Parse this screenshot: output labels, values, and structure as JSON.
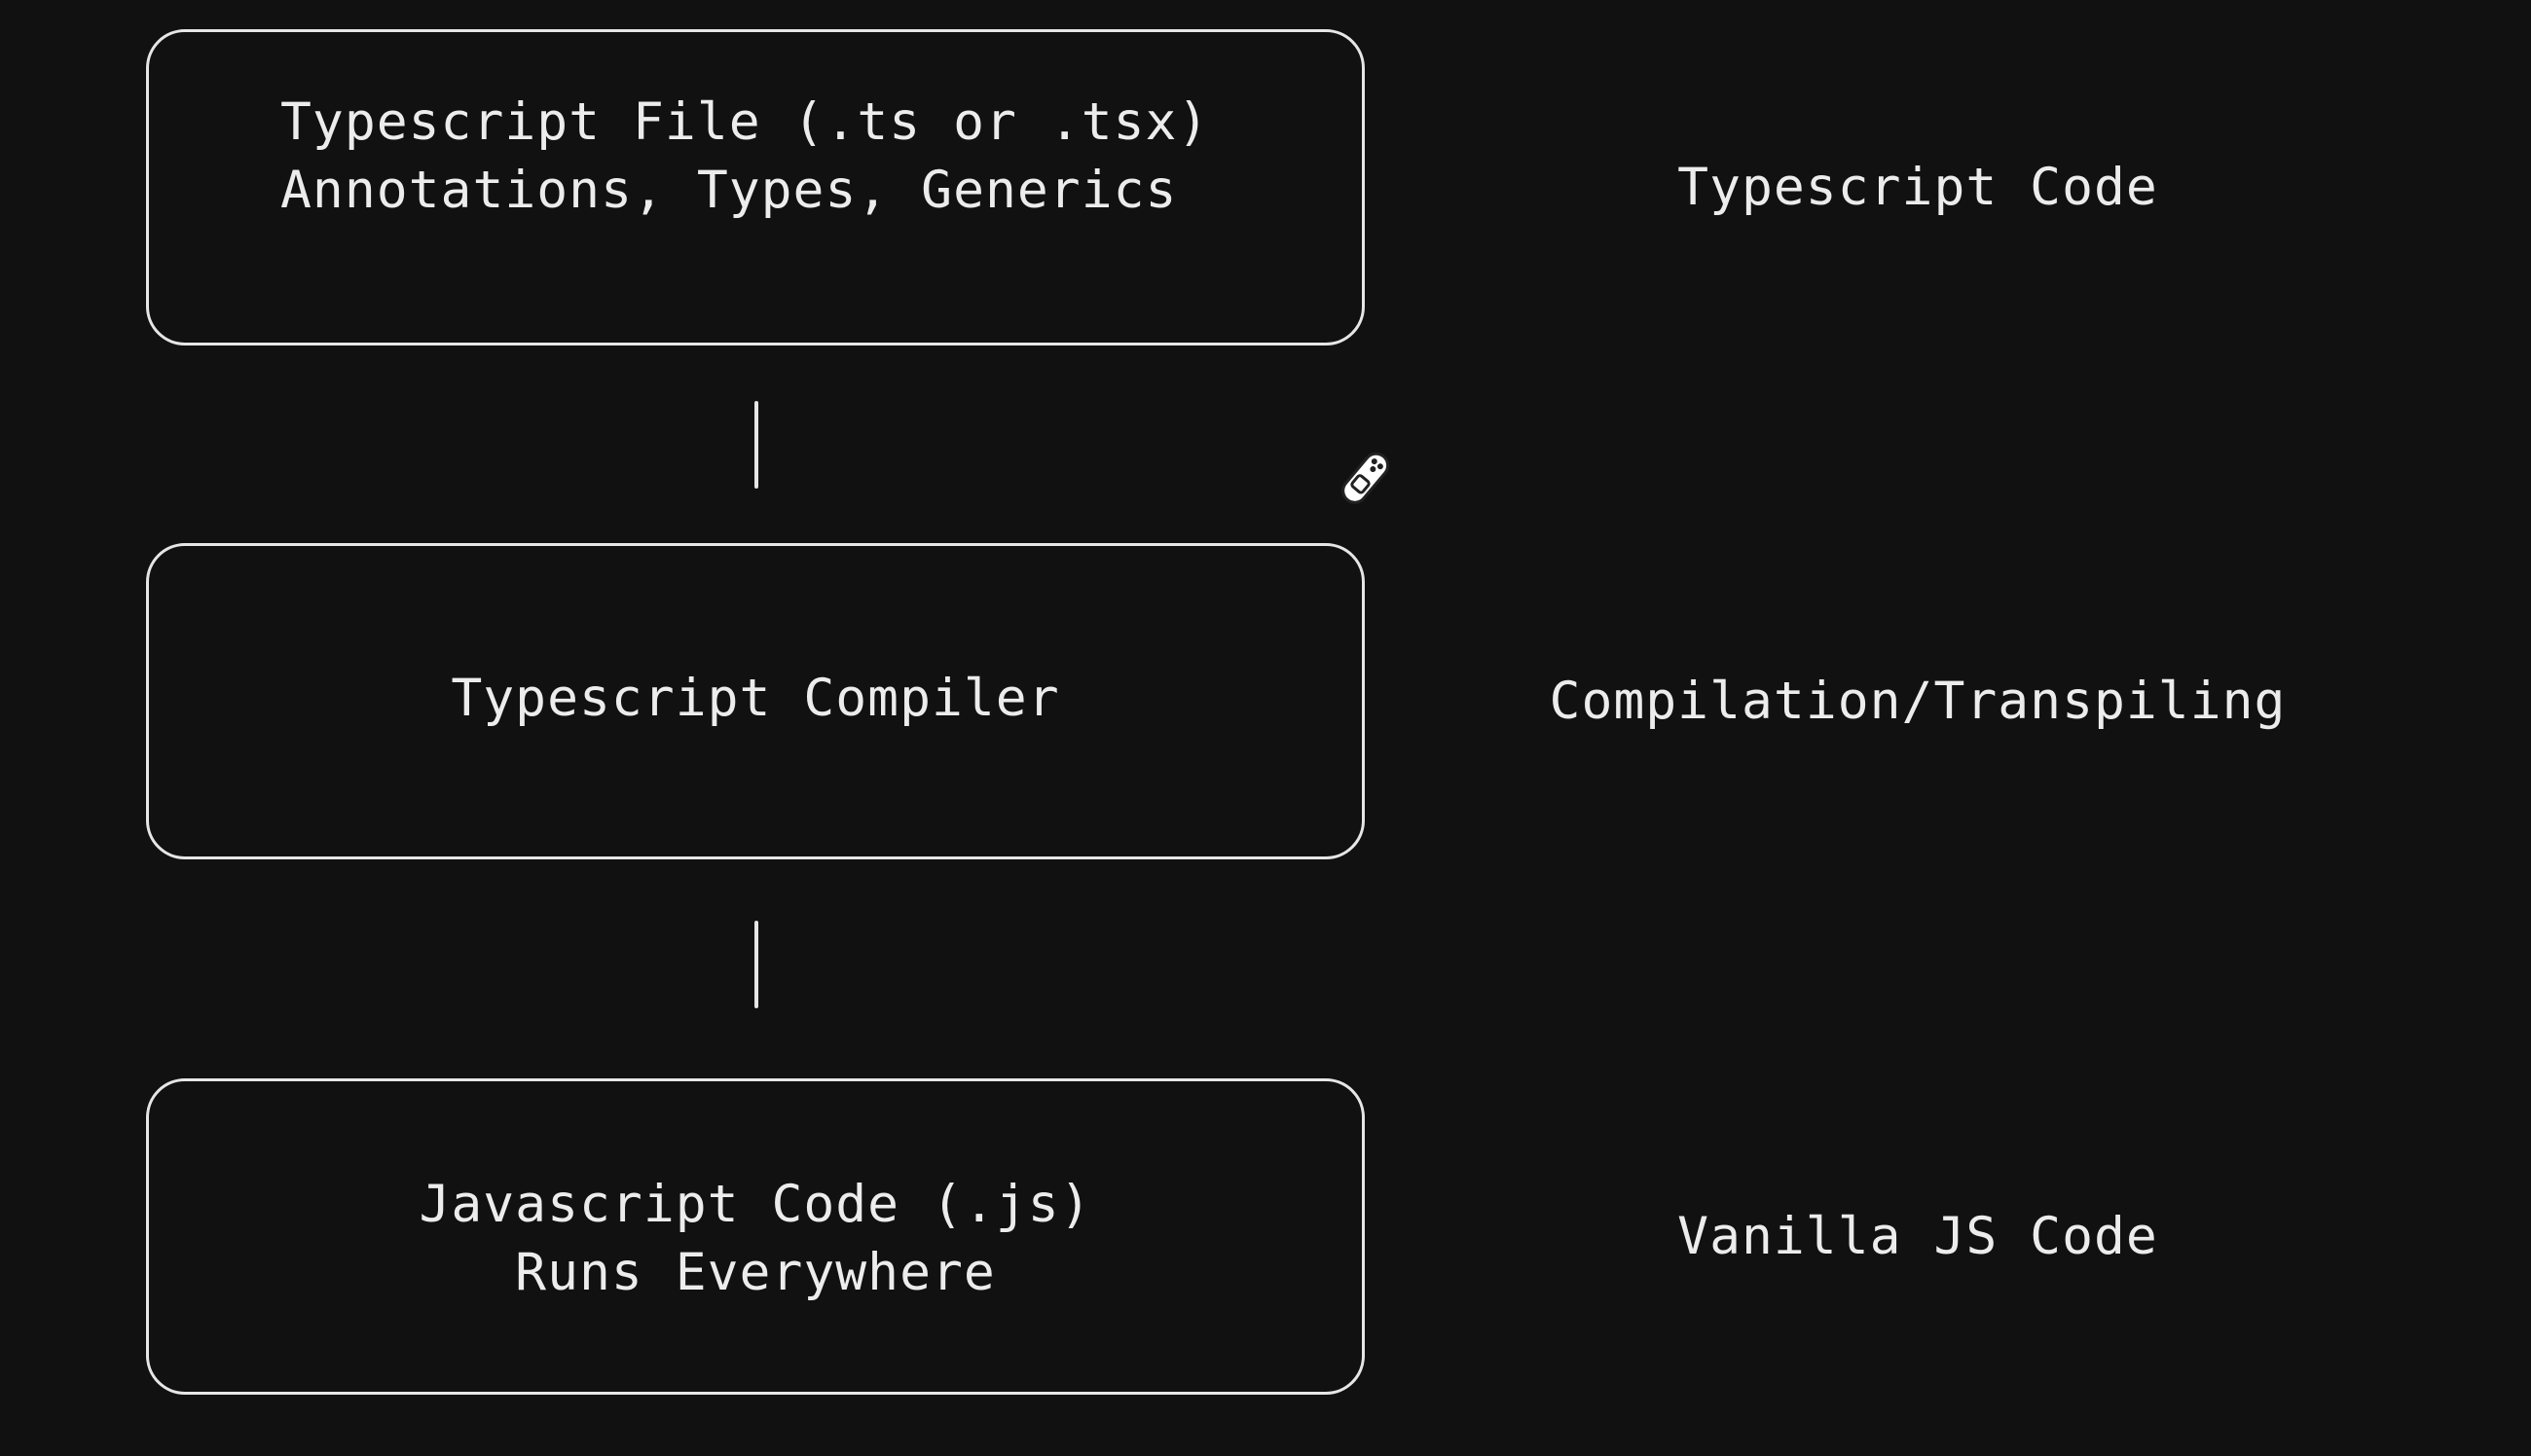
{
  "diagram": {
    "boxes": [
      {
        "id": "typescript-file",
        "lines": [
          "Typescript File (.ts or .tsx)",
          "Annotations, Types, Generics"
        ]
      },
      {
        "id": "typescript-compiler",
        "lines": [
          "Typescript Compiler"
        ]
      },
      {
        "id": "javascript-code",
        "lines": [
          "Javascript Code (.js)",
          "Runs Everywhere"
        ]
      }
    ],
    "side_labels": [
      "Typescript Code",
      "Compilation/Transpiling",
      "Vanilla JS Code"
    ]
  },
  "cursor": {
    "icon": "pencil-cursor-icon"
  },
  "colors": {
    "background": "#111111",
    "stroke": "#e6e6e6",
    "text": "#ececec"
  }
}
